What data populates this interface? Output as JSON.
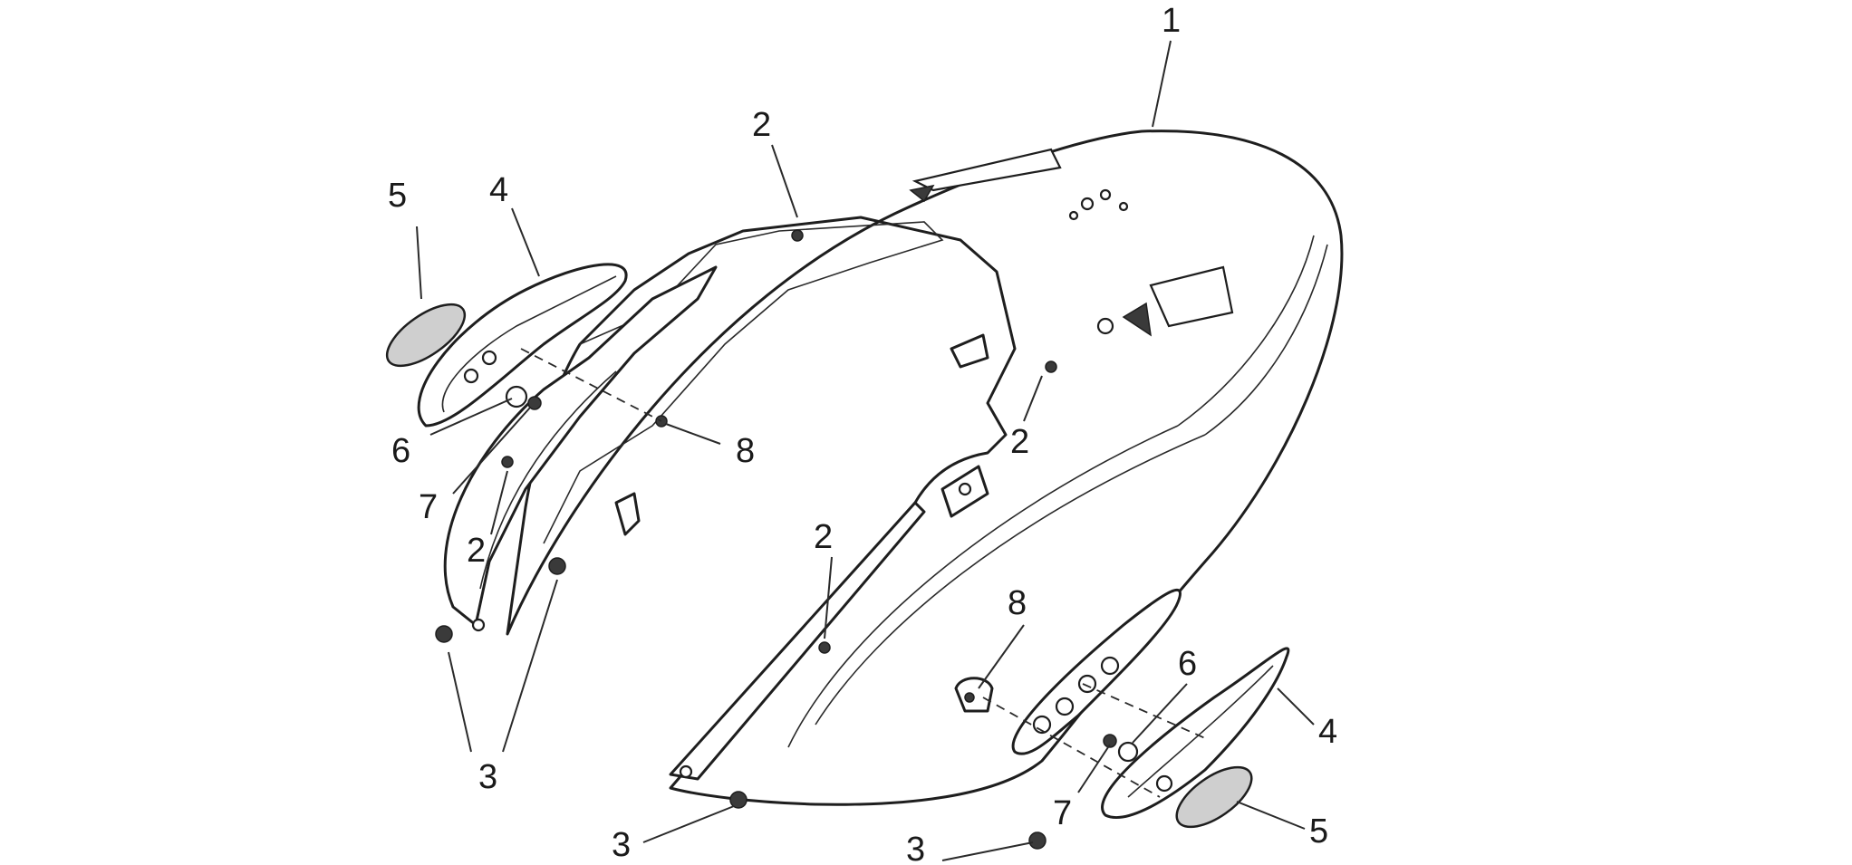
{
  "callouts": [
    {
      "id": "c1",
      "label": "1"
    },
    {
      "id": "c2a",
      "label": "2"
    },
    {
      "id": "c2b",
      "label": "2"
    },
    {
      "id": "c2c",
      "label": "2"
    },
    {
      "id": "c2d",
      "label": "2"
    },
    {
      "id": "c3a",
      "label": "3"
    },
    {
      "id": "c3b",
      "label": "3"
    },
    {
      "id": "c3c",
      "label": "3"
    },
    {
      "id": "c4a",
      "label": "4"
    },
    {
      "id": "c4b",
      "label": "4"
    },
    {
      "id": "c5a",
      "label": "5"
    },
    {
      "id": "c5b",
      "label": "5"
    },
    {
      "id": "c6a",
      "label": "6"
    },
    {
      "id": "c6b",
      "label": "6"
    },
    {
      "id": "c7a",
      "label": "7"
    },
    {
      "id": "c7b",
      "label": "7"
    },
    {
      "id": "c8a",
      "label": "8"
    },
    {
      "id": "c8b",
      "label": "8"
    }
  ],
  "colors": {
    "line": "#1e1e1e",
    "lens": "#cfcfcf",
    "background": "#ffffff"
  }
}
